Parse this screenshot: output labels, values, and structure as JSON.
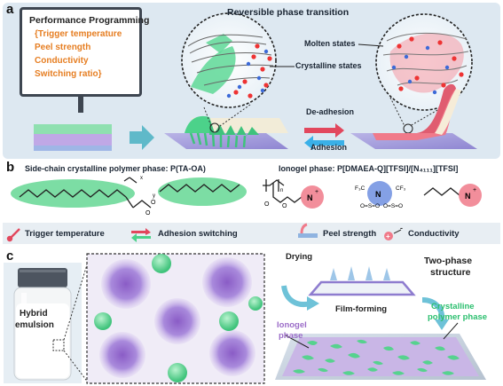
{
  "panel_a": {
    "letter": "a",
    "performance_title": "Performance Programming",
    "performance_items": [
      "{Trigger temperature",
      "Peel strength",
      "Conductivity",
      "Switching ratio}"
    ],
    "phase_title": "Reversible phase transition",
    "molten_label": "Molten states",
    "crystalline_label": "Crystalline states",
    "deadhesion_label": "De-adhesion",
    "adhesion_label": "Adhesion"
  },
  "panel_b": {
    "letter": "b",
    "scp_title": "Side-chain crystalline polymer phase: P(TA-OA)",
    "ionogel_title": "Ionogel phase: P[DMAEA-Q][TFSI]/[N₄₁₁₁][TFSI]",
    "legend": [
      "Trigger temperature",
      "Adhesion switching",
      "Peel strength",
      "Conductivity"
    ]
  },
  "panel_c": {
    "letter": "c",
    "vial_label_1": "Hybrid",
    "vial_label_2": "emulsion",
    "drying_label": "Drying",
    "two_phase_1": "Two-phase",
    "two_phase_2": "structure",
    "film_forming_label": "Film-forming",
    "crystalline_phase_1": "Crystalline",
    "crystalline_phase_2": "polymer phase",
    "ionogel_phase_1": "Ionogel",
    "ionogel_phase_2": "phase"
  },
  "colors": {
    "panel_bg": "#dde8f1",
    "green": "#4cd28a",
    "pink": "#f07a8a",
    "orange": "#e67e22",
    "purple": "#9b6cc8",
    "blue_arrow": "#4a90c8"
  }
}
